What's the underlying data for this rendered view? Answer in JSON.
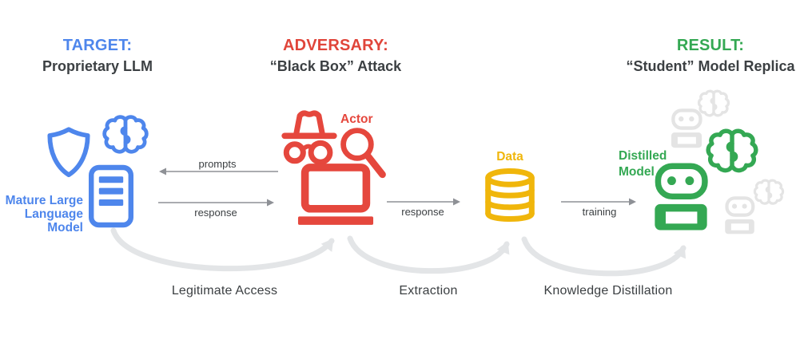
{
  "palette": {
    "blue": "#4E86EC",
    "red": "#E5473D",
    "gold": "#F0B60B",
    "green": "#34A853",
    "dark_text": "#3C4043",
    "faded_icon_gray": "#E4E4E4",
    "thin_arrow_gray": "#8E9196",
    "curve_arrow_gray": "#E3E5E7"
  },
  "headers": {
    "target": {
      "title": "TARGET:",
      "subtitle": "Proprietary LLM"
    },
    "adversary": {
      "title": "ADVERSARY:",
      "subtitle": "“Black Box” Attack"
    },
    "result": {
      "title": "RESULT:",
      "subtitle": "“Student” Model Replica"
    }
  },
  "nodes": {
    "llm": {
      "lines": [
        "Mature Large",
        "Language",
        "Model"
      ]
    },
    "actor": {
      "label": "Actor"
    },
    "data": {
      "label": "Data"
    },
    "distilled": {
      "lines": [
        "Distilled",
        "Model"
      ]
    }
  },
  "arrows": {
    "prompts": "prompts",
    "response_to_actor": "response",
    "response_to_data": "response",
    "training": "training"
  },
  "stages": {
    "legitimate_access": "Legitimate Access",
    "extraction": "Extraction",
    "knowledge_distillation": "Knowledge Distillation"
  }
}
